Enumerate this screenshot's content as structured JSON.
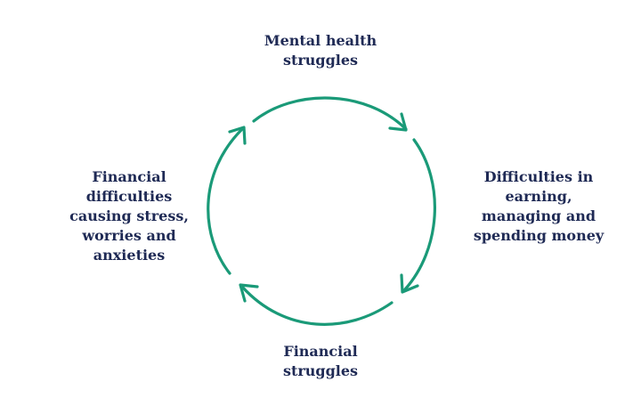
{
  "diagram": {
    "colors": {
      "text": "#1f2a55",
      "arrow": "#1a9a78"
    },
    "nodes": [
      {
        "id": "top",
        "label": "Mental health\nstruggles"
      },
      {
        "id": "right",
        "label": "Difficulties in\nearning,\nmanaging and\nspending money"
      },
      {
        "id": "bottom",
        "label": "Financial\nstruggles"
      },
      {
        "id": "left",
        "label": "Financial\ndifficulties\ncausing stress,\nworries and\nanxieties"
      }
    ],
    "arrow_direction": "clockwise"
  }
}
